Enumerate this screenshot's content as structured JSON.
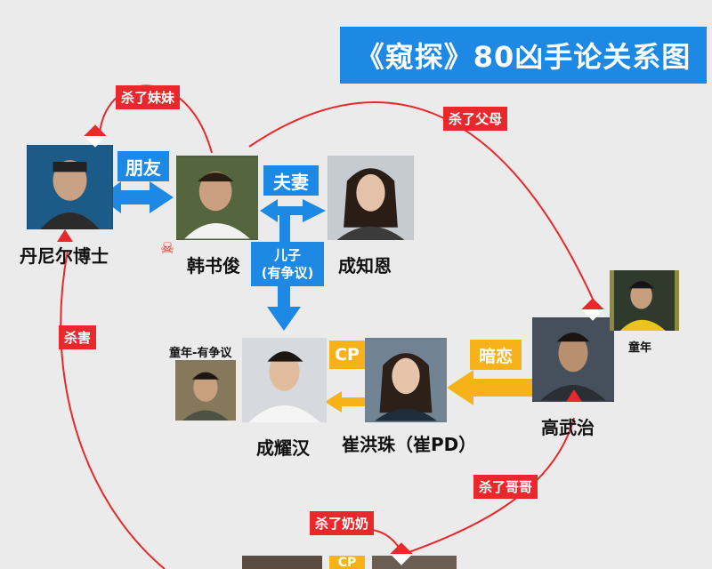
{
  "title": "《窥探》80凶手论关系图",
  "people": {
    "daniel": "丹尼尔博士",
    "han": "韩书俊",
    "sung_ji": "成知恩",
    "sung_yao": "成耀汉",
    "cui": "崔洪珠（崔PD）",
    "gao": "高武治"
  },
  "captions": {
    "childhood_disputed": "童年-有争议",
    "childhood": "童年"
  },
  "relations": {
    "friends": "朋友",
    "couple": "夫妻",
    "son_line1": "儿子",
    "son_line2": "(有争议)",
    "cp": "CP",
    "cp_bottom": "CP",
    "crush": "暗恋",
    "killed_sister": "杀了妹妹",
    "killed_parents": "杀了父母",
    "killed": "杀害",
    "killed_brother": "杀了哥哥",
    "killed_grandma": "杀了奶奶"
  },
  "colors": {
    "blue": "#1e88e5",
    "red": "#e8282a",
    "yellow": "#f7b21a",
    "background": "#ebebeb"
  },
  "icons": {
    "skull": "skull-icon"
  }
}
